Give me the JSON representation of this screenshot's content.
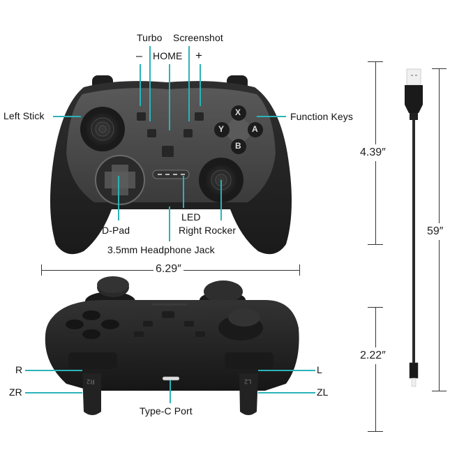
{
  "colors": {
    "callout": "#2ab3b8",
    "controller_body": "#2a2a2a",
    "controller_face": "#4a4a4a",
    "background": "#ffffff"
  },
  "top_view": {
    "labels": {
      "turbo": "Turbo",
      "screenshot": "Screenshot",
      "minus": "–",
      "home": "HOME",
      "plus": "+",
      "left_stick": "Left Stick",
      "function_keys": "Function Keys",
      "d_pad": "D-Pad",
      "led": "LED",
      "right_rocker": "Right Rocker",
      "headphone_jack": "3.5mm Headphone Jack"
    },
    "face_buttons": [
      "X",
      "Y",
      "A",
      "B"
    ]
  },
  "bottom_view": {
    "labels": {
      "r": "R",
      "zr": "ZR",
      "l": "L",
      "zl": "ZL",
      "type_c_port": "Type-C Port"
    },
    "trigger_marks": {
      "r2": "R2",
      "l2": "L2"
    }
  },
  "dimensions": {
    "width": "6.29″",
    "height": "4.39″",
    "depth": "2.22″",
    "cable_length": "59″"
  },
  "cable": {
    "top_connector": "usb-a",
    "bottom_connector": "usb-c"
  }
}
